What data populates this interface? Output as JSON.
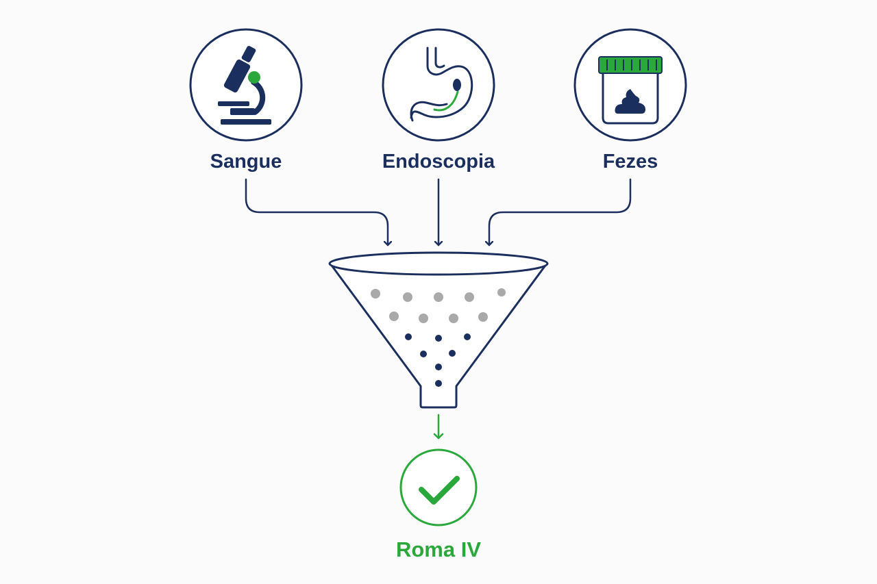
{
  "inputs": [
    {
      "label": "Sangue",
      "icon": "microscope-icon"
    },
    {
      "label": "Endoscopia",
      "icon": "stomach-icon"
    },
    {
      "label": "Fezes",
      "icon": "stool-sample-jar-icon"
    }
  ],
  "result": {
    "label": "Roma IV",
    "icon": "checkmark-icon"
  },
  "colors": {
    "navy": "#1b2f5e",
    "green": "#2aa83b",
    "grey_dots": "#a9a9a9",
    "background": "#fbfbfb"
  }
}
